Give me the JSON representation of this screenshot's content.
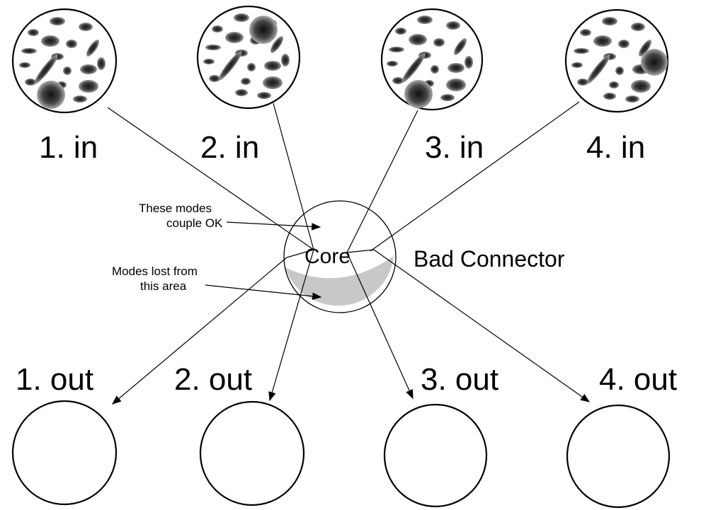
{
  "inputs": [
    {
      "label": "1. in"
    },
    {
      "label": "2. in"
    },
    {
      "label": "3. in"
    },
    {
      "label": "4. in"
    }
  ],
  "outputs": [
    {
      "label": "1. out"
    },
    {
      "label": "2. out"
    },
    {
      "label": "3. out"
    },
    {
      "label": "4. out"
    }
  ],
  "core": {
    "label": "Core"
  },
  "connector": {
    "label": "Bad Connector"
  },
  "annotations": {
    "couple_ok": {
      "line1": "These modes",
      "line2": "couple OK"
    },
    "lost": {
      "line1": "Modes lost from",
      "line2": "this area"
    }
  },
  "colors": {
    "lost_area": "#c8c8c8",
    "outline": "#000000",
    "background": "#ffffff"
  }
}
